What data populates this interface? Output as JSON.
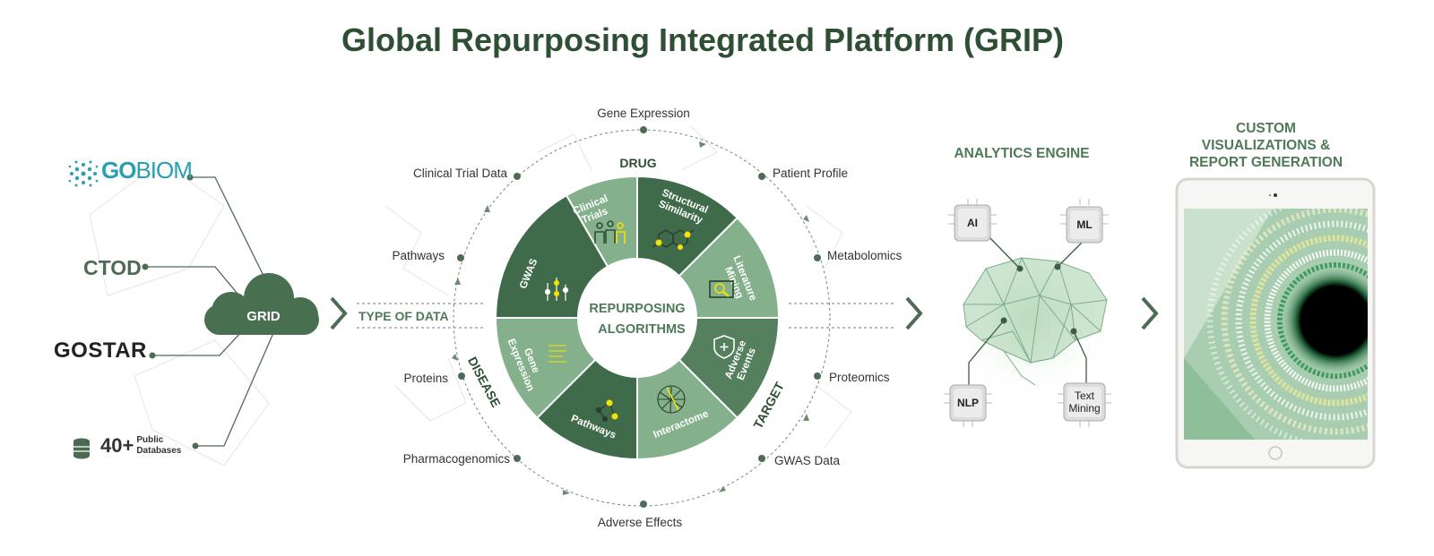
{
  "title": "Global Repurposing Integrated Platform (GRIP)",
  "sources": {
    "gobiom_a": "GO",
    "gobiom_b": "BIOM",
    "ctod": "CTOD",
    "gostar": "GOSTAR",
    "public_count": "40+",
    "public_label_1": "Public",
    "public_label_2": "Databases",
    "cloud": "GRID"
  },
  "type_of_data": "TYPE OF DATA",
  "data_types": {
    "gene_expression": "Gene Expression",
    "clinical_trial": "Clinical Trial Data",
    "patient_profile": "Patient Profile",
    "pathways": "Pathways",
    "metabolomics": "Metabolomics",
    "proteins": "Proteins",
    "proteomics": "Proteomics",
    "pharmacogenomics": "Pharmacogenomics",
    "gwas_data": "GWAS Data",
    "adverse_effects": "Adverse Effects"
  },
  "wheel": {
    "center_1": "REPURPOSING",
    "center_2": "ALGORITHMS",
    "groups": {
      "drug": "DRUG",
      "disease": "DISEASE",
      "target": "TARGET"
    },
    "segments": {
      "clinical_trials_1": "Clinical",
      "clinical_trials_2": "Trials",
      "structural_1": "Structural",
      "structural_2": "Similarity",
      "literature_1": "Literature",
      "literature_2": "Mining",
      "adverse_1": "Adverse",
      "adverse_2": "Events",
      "interactome": "Interactome",
      "pathways": "Pathways",
      "gene_exp_1": "Gene",
      "gene_exp_2": "Expression",
      "gwas": "GWAS"
    }
  },
  "analytics": {
    "header": "ANALYTICS ENGINE",
    "chips": {
      "ai": "AI",
      "ml": "ML",
      "nlp": "NLP",
      "text_1": "Text",
      "text_2": "Mining"
    }
  },
  "viz": {
    "header_1": "CUSTOM",
    "header_2": "VISUALIZATIONS &",
    "header_3": "REPORT GENERATION"
  },
  "colors": {
    "dark_green": "#3f6b4a",
    "mid_green": "#54805e",
    "light_green": "#84b08c",
    "title_green": "#2f4f35",
    "accent_yellow": "#f4e300"
  }
}
